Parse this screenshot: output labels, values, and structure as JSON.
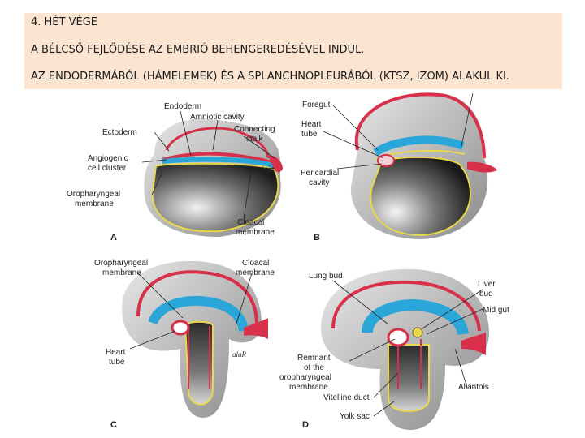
{
  "header": {
    "line1": "4. HÉT VÉGE",
    "line2": "A BÉLCSŐ FEJLŐDÉSE AZ EMBRIÓ BEHENGEREDÉSÉVEL INDUL.",
    "line3": "AZ ENDODERMÁBÓL (HÁMELEMEK) ÉS A SPLANCHNOPLEURÁBÓL (KTSZ, IZOM) ALAKUL KI."
  },
  "panel_a": {
    "letter": "A",
    "labels": {
      "endoderm": "Endoderm",
      "amniotic_cavity": "Amniotic cavity",
      "ectoderm": "Ectoderm",
      "connecting_1": "Connecting",
      "connecting_2": "stalk",
      "angiogenic_1": "Angiogenic",
      "angiogenic_2": "cell cluster",
      "allantois": "Allantois",
      "oropharyngeal_1": "Oropharyngeal",
      "oropharyngeal_2": "membrane",
      "cloacal_1": "Cloacal",
      "cloacal_2": "membrane"
    }
  },
  "panel_b": {
    "letter": "B",
    "labels": {
      "foregut": "Foregut",
      "heart_1": "Heart",
      "heart_2": "tube",
      "pericardial_1": "Pericardial",
      "pericardial_2": "cavity"
    }
  },
  "panel_c": {
    "letter": "C",
    "labels": {
      "oropharyngeal_1": "Oropharyngeal",
      "oropharyngeal_2": "membrane",
      "cloacal_1": "Cloacal",
      "cloacal_2": "membrane",
      "heart_1": "Heart",
      "heart_2": "tube"
    },
    "signature": "alaR"
  },
  "panel_d": {
    "letter": "D",
    "labels": {
      "lung_bud": "Lung bud",
      "liver_1": "Liver",
      "liver_2": "bud",
      "midgut": "Mid gut",
      "remnant_1": "Remnant",
      "remnant_2": "of the",
      "remnant_3": "oropharyngeal",
      "remnant_4": "membrane",
      "allantois": "Allantois",
      "vitelline": "Vitelline duct",
      "yolk_sac": "Yolk sac"
    }
  },
  "colors": {
    "header_bg": "#fbe5d0",
    "ectoderm": "#d8304a",
    "endoderm": "#2aa6d8",
    "mesoderm": "#e8d84a",
    "tissue": "#7a7a7a"
  }
}
